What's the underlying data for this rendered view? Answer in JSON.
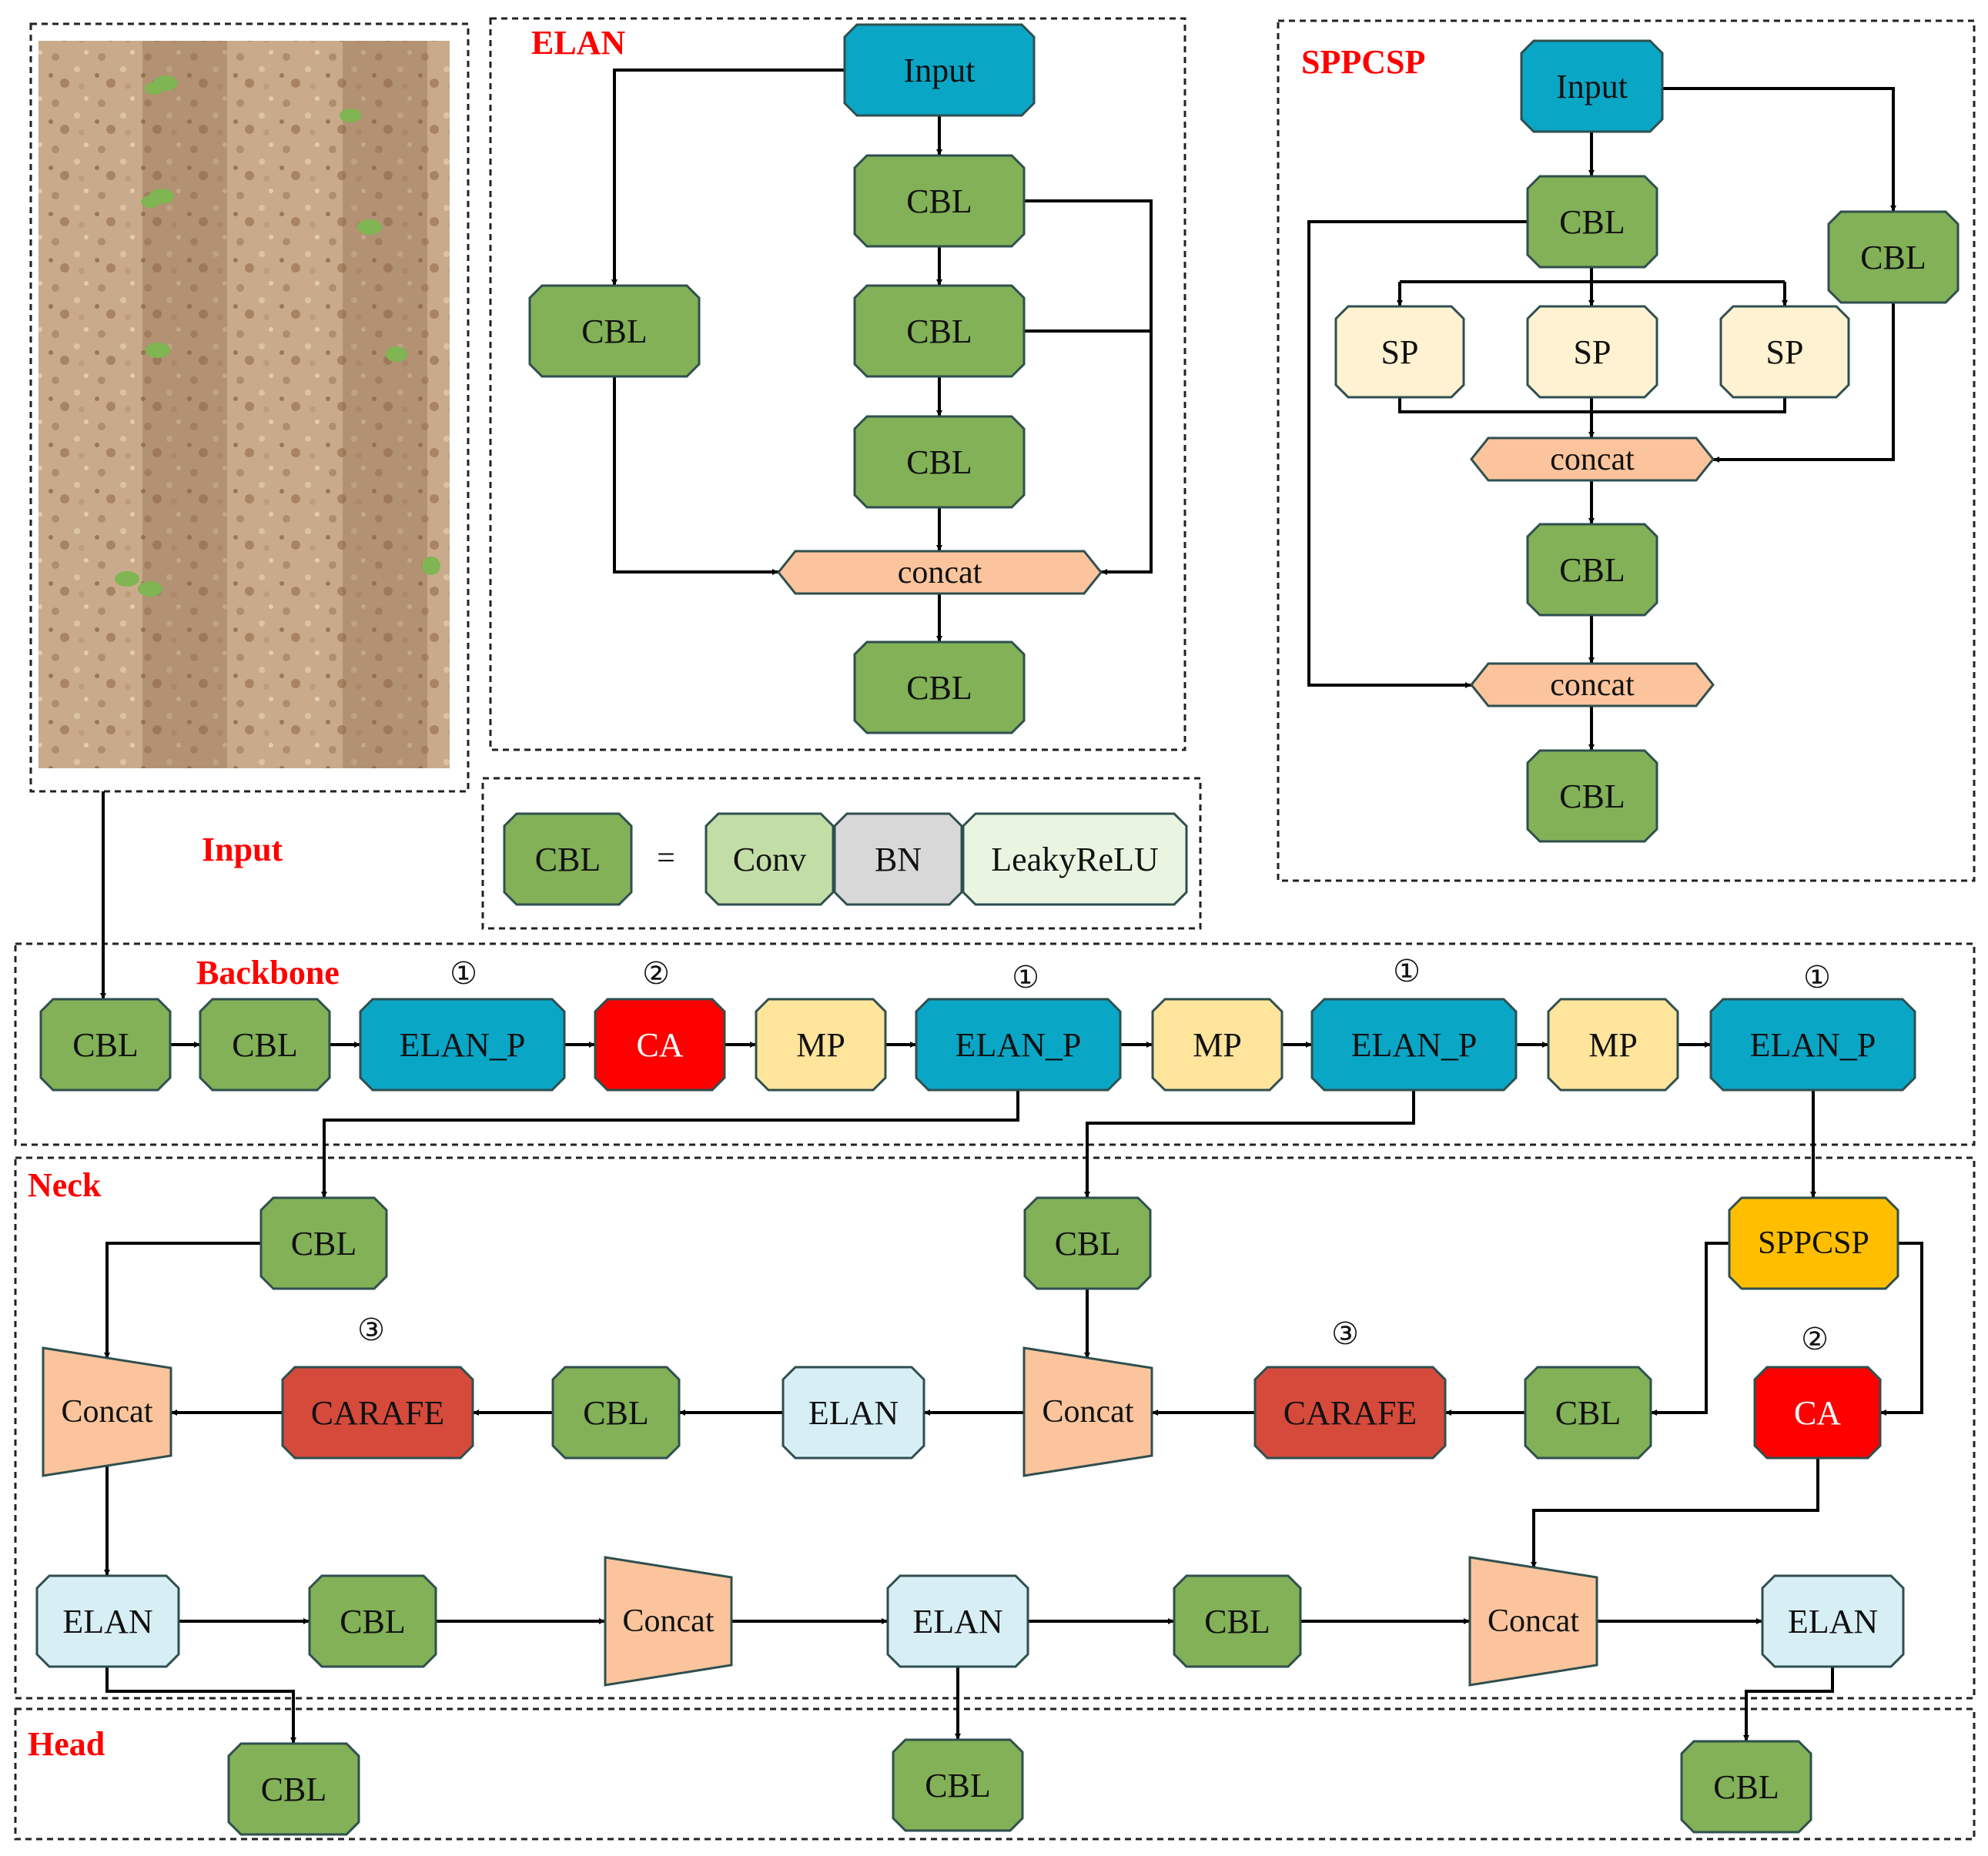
{
  "colors": {
    "cbl": "#82b157",
    "elan_p": "#0aa6c6",
    "elan_light": "#d6eef4",
    "carafe": "#d64a3c",
    "ca": "#ff0000",
    "mp": "#ffe49c",
    "sp": "#fff2d2",
    "concat": "#fbc49c",
    "sppcsp": "#ffbf00",
    "conv": "#c2dea6",
    "bn": "#d8d8d8",
    "leaky": "#e9f5e1",
    "section_title": "#ff0000",
    "border": "#2f4f4f"
  },
  "sections": {
    "elan": "ELAN",
    "sppcsp": "SPPCSP",
    "input": "Input",
    "backbone": "Backbone",
    "neck": "Neck",
    "head": "Head"
  },
  "legend": {
    "cbl": "CBL",
    "equals": "=",
    "conv": "Conv",
    "bn": "BN",
    "leaky": "LeakyReLU"
  },
  "elan_block": {
    "input": "Input",
    "cbl_side": "CBL",
    "cbl_1": "CBL",
    "cbl_2": "CBL",
    "cbl_3": "CBL",
    "concat": "concat",
    "cbl_out": "CBL"
  },
  "sppcsp_block": {
    "input": "Input",
    "cbl_1": "CBL",
    "cbl_side": "CBL",
    "sp_1": "SP",
    "sp_2": "SP",
    "sp_3": "SP",
    "concat_1": "concat",
    "cbl_2": "CBL",
    "concat_2": "concat",
    "cbl_out": "CBL"
  },
  "backbone": {
    "nodes": [
      "CBL",
      "CBL",
      "ELAN_P",
      "CA",
      "MP",
      "ELAN_P",
      "MP",
      "ELAN_P",
      "MP",
      "ELAN_P"
    ],
    "marks": [
      "①",
      "②",
      "①",
      "①",
      "①"
    ]
  },
  "neck": {
    "cbl_a": "CBL",
    "cbl_b": "CBL",
    "sppcsp": "SPPCSP",
    "ca": "CA",
    "cbl_c": "CBL",
    "carafe_2": "CARAFE",
    "concat_2": "Concat",
    "elan_mid": "ELAN",
    "cbl_d": "CBL",
    "carafe_1": "CARAFE",
    "concat_1": "Concat",
    "elan_b1": "ELAN",
    "cbl_b1": "CBL",
    "concat_b1": "Concat",
    "elan_b2": "ELAN",
    "cbl_b2": "CBL",
    "concat_b2": "Concat",
    "elan_b3": "ELAN",
    "marks": [
      "③",
      "③",
      "②"
    ]
  },
  "head": {
    "nodes": [
      "CBL",
      "CBL",
      "CBL"
    ]
  }
}
